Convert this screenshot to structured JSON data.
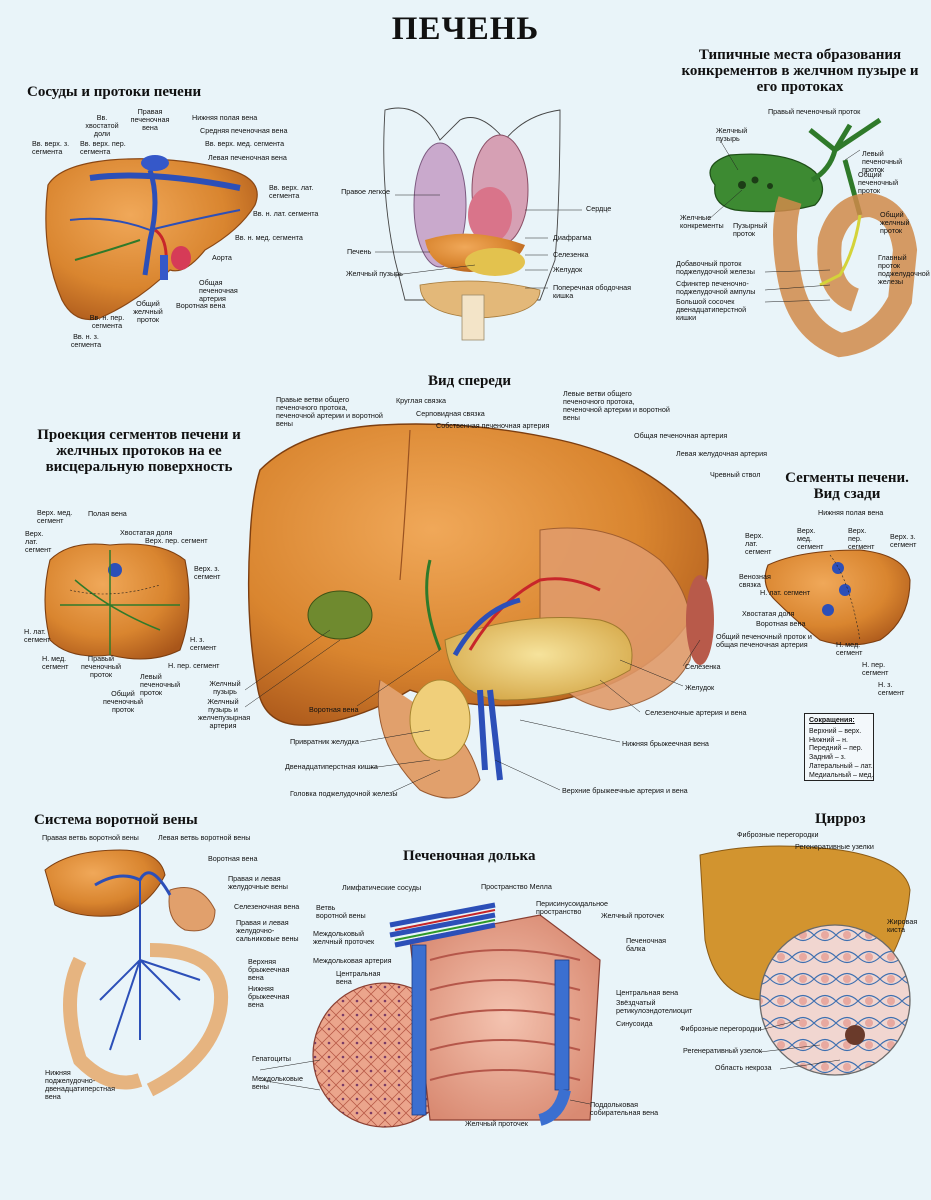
{
  "title": "ПЕЧЕНЬ",
  "sections": {
    "vessels": "Сосуды и протоки печени",
    "stones": "Типичные места образования конкрементов в желчном пузыре и его протоках",
    "front": "Вид спереди",
    "projection": "Проекция сегментов печени и желчных протоков на ее висцеральную поверхность",
    "segments_back": "Сегменты печени. Вид сзади",
    "portal": "Система воротной вены",
    "lobule": "Печеночная долька",
    "cirrhosis": "Цирроз"
  },
  "labels": {
    "v_caudate": "Вв. хвостатой доли",
    "v_right_hep": "Правая печеночная вена",
    "v_ivc": "Нижняя полая вена",
    "v_mid_hep": "Средняя печеночная вена",
    "v_sup_z": "Вв. верх. з. сегмента",
    "v_sup_per": "Вв. верх. пер. сегмента",
    "v_sup_med": "Вв. верх. мед. сегмента",
    "v_left_hep": "Левая печеночная вена",
    "v_sup_lat": "Вв. верх. лат. сегмента",
    "v_inf_lat": "Вв. н. лат. сегмента",
    "v_inf_med": "Вв. н. мед. сегмента",
    "v_aorta": "Аорта",
    "v_common_art": "Общая печеночная артерия",
    "v_portal": "Воротная вена",
    "v_common_duct": "Общий желчный проток",
    "v_inf_per": "Вв. н. пер. сегмента",
    "v_inf_z": "Вв. н. з. сегмента",
    "t_right_lung": "Правое легкое",
    "t_heart": "Сердце",
    "t_diaphragm": "Диафрагма",
    "t_liver": "Печень",
    "t_spleen": "Селезенка",
    "t_gallbladder": "Желчный пузырь",
    "t_stomach": "Желудок",
    "t_colon": "Поперечная ободочная кишка",
    "s_right_duct": "Правый печеночный проток",
    "s_gallbladder": "Желчный пузырь",
    "s_left_duct": "Левый печеночный проток",
    "s_common_hep": "Общий печеночный проток",
    "s_stones": "Желчные конкременты",
    "s_cystic": "Пузырный проток",
    "s_common_bile": "Общий желчный проток",
    "s_accessory": "Добавочный проток поджелудочной железы",
    "s_sphincter": "Сфинктер печеночно-поджелудочной ампулы",
    "s_papilla": "Большой сосочек двенадцатиперстной кишки",
    "s_main_panc": "Главный проток поджелудочной железы",
    "f_right_branches": "Правые ветви общего печеночного протока, печеночной артерии и воротной вены",
    "f_round": "Круглая связка",
    "f_falciform": "Серповидная связка",
    "f_proper_art": "Собственная печеночная артерия",
    "f_left_branches": "Левые ветви общего печеночного протока, печеночной артерии и воротной вены",
    "f_common_art": "Общая печеночная артерия",
    "f_left_gastric": "Левая желудочная артерия",
    "f_celiac": "Чревный ствол",
    "f_spleen": "Селезенка",
    "f_stomach": "Желудок",
    "f_splenic": "Селезеночные артерия и вена",
    "f_inf_mes_v": "Нижняя брыжеечная вена",
    "f_sup_mes": "Верхние брыжеечные артерия и вена",
    "f_pancreas_head": "Головка поджелудочной железы",
    "f_duodenum": "Двенадцатиперстная кишка",
    "f_pylorus": "Привратник желудка",
    "f_portal": "Воротная вена",
    "f_gb_duo": "Желчный пузырь и желчепузырная артерия",
    "f_gb": "Желчный пузырь",
    "p_sup_med": "Верх. мед. сегмент",
    "p_portal": "Полая вена",
    "p_caudate": "Хвостатая доля",
    "p_sup_per": "Верх. пер. сегмент",
    "p_sup_lat": "Верх. лат. сегмент",
    "p_sup_z": "Верх. з. сегмент",
    "p_inf_lat": "Н. лат. сегмент",
    "p_inf_med": "Н. мед. сегмент",
    "p_right_duct": "Правый печеночный проток",
    "p_inf_z": "Н. з. сегмент",
    "p_inf_per": "Н. пер. сегмент",
    "p_left_duct": "Левый печеночный проток",
    "p_common_duct": "Общий печеночный проток",
    "b_ivc": "Нижняя полая вена",
    "b_sup_lat": "Верх. лат. сегмент",
    "b_sup_med": "Верх. мед. сегмент",
    "b_sup_per": "Верх. пер. сегмент",
    "b_sup_z": "Верх. з. сегмент",
    "b_venous": "Венозная связка",
    "b_inf_lat": "Н. лат. сегмент",
    "b_caudate": "Хвостатая доля",
    "b_portal": "Воротная вена",
    "b_common": "Общий печеночный проток и общая печеночная артерия",
    "b_inf_med": "Н. мед. сегмент",
    "b_inf_per": "Н. пер. сегмент",
    "b_inf_z": "Н. з. сегмент",
    "pv_right": "Правая ветвь воротной вены",
    "pv_left": "Левая ветвь воротной вены",
    "pv_portal": "Воротная вена",
    "pv_gastric": "Правая и левая желудочные вены",
    "pv_splenic": "Селезеночная вена",
    "pv_gastroepi": "Правая и левая желудочно-сальниковые вены",
    "pv_sup_mes": "Верхняя брыжеечная вена",
    "pv_inf_mes": "Нижняя брыжеечная вена",
    "pv_pancreatic": "Нижняя поджелудочно-двенадцатиперстная вена",
    "l_lymph": "Лимфатические сосуды",
    "l_mall": "Пространство Мелла",
    "l_portal_branch": "Ветвь воротной вены",
    "l_perisinus": "Перисинусоидальное пространство",
    "l_interlob_duct": "Междольковый желчный проточек",
    "l_bile_canal": "Желчный проточек",
    "l_interlob_art": "Междольковая артерия",
    "l_hep_beam": "Печеночная балка",
    "l_central_v": "Центральная вена",
    "l_central_v2": "Центральная вена",
    "l_stellate": "Звёздчатый ретикулоэндотелиоцит",
    "l_sinusoid": "Синусоида",
    "l_hepatocytes": "Гепатоциты",
    "l_interlob_veins": "Междольковые вены",
    "l_bile_duct2": "Желчный проточек",
    "l_sublob": "Поддольковая собирательная вена",
    "c_fibrous1": "Фиброзные перегородки",
    "c_regen1": "Регенеративные узелки",
    "c_fat_cyst": "Жировая киста",
    "c_fibrous2": "Фиброзные перегородки",
    "c_regen2": "Регенеративный узелок",
    "c_necrosis": "Область некроза"
  },
  "abbreviations": {
    "title": "Сокращения:",
    "rows": [
      "Верхний – верх.",
      "Нижний – н.",
      "Передний – пер.",
      "Задний – з.",
      "Латеральный – лат.",
      "Медиальный – мед."
    ]
  },
  "colors": {
    "background": "#e9f4f9",
    "liver": "#d9852f",
    "liver_dark": "#a9561a",
    "vein_blue": "#2c4fb8",
    "artery_red": "#c8262a",
    "bile_green": "#2f7a2a",
    "tissue_pink": "#e6a08a"
  }
}
